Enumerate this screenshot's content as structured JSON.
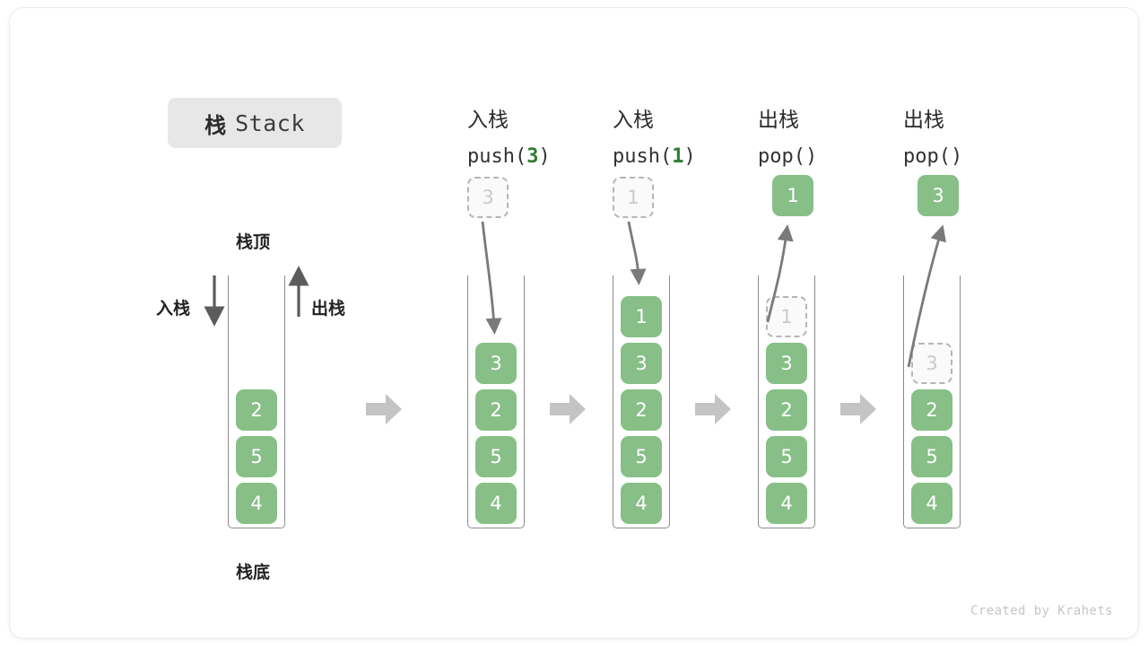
{
  "title": {
    "cn": "栈",
    "en": "Stack"
  },
  "credit": "Created by Krahets",
  "legend": {
    "top_label": "栈顶",
    "bottom_label": "栈底",
    "push_label": "入栈",
    "pop_label": "出栈"
  },
  "colors": {
    "element_fill": "#87bf87",
    "element_text": "#ffffff",
    "ghost_border": "#b5b5b5",
    "ghost_text": "#c9c9c9",
    "accent_arg": "#2e7d32",
    "arrow_gray": "#7a7a7a",
    "chevron_gray": "#c4c4c4",
    "title_chip": "#e7e7e7"
  },
  "steps": [
    {
      "id": "initial",
      "head_cn": "",
      "head_code": "",
      "code_arg": "",
      "stack": [
        "4",
        "5",
        "2"
      ],
      "ghost_index": -1,
      "float_cell": null,
      "float_mode": "none"
    },
    {
      "id": "push-3",
      "head_cn": "入栈",
      "head_code_pre": "push(",
      "code_arg": "3",
      "head_code_post": ")",
      "stack": [
        "4",
        "5",
        "2",
        "3"
      ],
      "ghost_index": -1,
      "float_cell": "3",
      "float_mode": "push"
    },
    {
      "id": "push-1",
      "head_cn": "入栈",
      "head_code_pre": "push(",
      "code_arg": "1",
      "head_code_post": ")",
      "stack": [
        "4",
        "5",
        "2",
        "3",
        "1"
      ],
      "ghost_index": -1,
      "float_cell": "1",
      "float_mode": "push"
    },
    {
      "id": "pop-1",
      "head_cn": "出栈",
      "head_code_pre": "pop(",
      "code_arg": "",
      "head_code_post": ")",
      "stack": [
        "4",
        "5",
        "2",
        "3",
        "1"
      ],
      "ghost_index": 4,
      "float_cell": "1",
      "float_mode": "pop"
    },
    {
      "id": "pop-3",
      "head_cn": "出栈",
      "head_code_pre": "pop(",
      "code_arg": "",
      "head_code_post": ")",
      "stack": [
        "4",
        "5",
        "2",
        "3"
      ],
      "ghost_index": 3,
      "float_cell": "3",
      "float_mode": "pop"
    }
  ]
}
